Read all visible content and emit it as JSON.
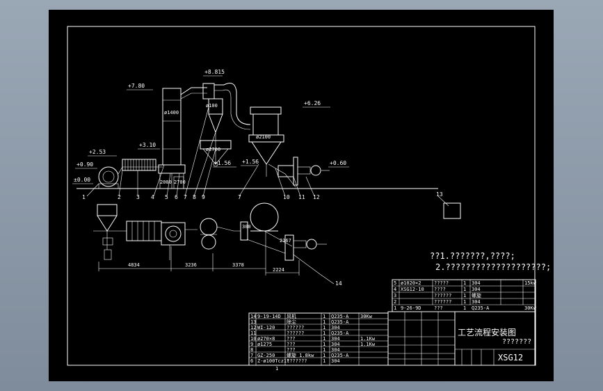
{
  "colors": {
    "background": "#8e9aa8",
    "sheet": "#000000",
    "lines": "#ffffff"
  },
  "elevations": [
    "+8.815",
    "+7.80",
    "+6.26",
    "+3.10",
    "+2.53",
    "+0.90",
    "±0.00",
    "+1.56",
    "+1.56",
    "+0.60"
  ],
  "dimensions": {
    "phi1400": "ø1400",
    "phi100": "ø100",
    "phi2700": "ø2700",
    "phi2100": "ø2100",
    "h2000": "2000",
    "h2700": "2700",
    "d4834": "4834",
    "d3236": "3236",
    "d3378": "3378",
    "d2224": "2224",
    "d300": "300",
    "d2167": "2167"
  },
  "callouts": [
    "1",
    "2",
    "3",
    "4",
    "5",
    "6",
    "7",
    "8",
    "9",
    "7",
    "10",
    "11",
    "12",
    "13",
    "14"
  ],
  "notes": {
    "line1": "??1.???????,????;",
    "line2": "2.????????????????????;"
  },
  "title_block": {
    "title": "工艺流程安装图",
    "subtitle": "???????",
    "drawing_no": "XSG12",
    "sheet_marker": "1"
  },
  "parts_list_left": [
    {
      "no": "14",
      "code": "9-19-14D",
      "name": "风机",
      "qty": "1",
      "material": "Q235-A",
      "note": "30Kw"
    },
    {
      "no": "13",
      "code": "",
      "name": "除尘",
      "qty": "1",
      "material": "Q235-A",
      "note": ""
    },
    {
      "no": "12",
      "code": "WI-120",
      "name": "??????",
      "qty": "1",
      "material": "304",
      "note": ""
    },
    {
      "no": "11",
      "code": "",
      "name": "??????",
      "qty": "1",
      "material": "Q235-A",
      "note": ""
    },
    {
      "no": "10",
      "code": "ø270×8",
      "name": "???",
      "qty": "1",
      "material": "304",
      "note": "1.1Kw"
    },
    {
      "no": "9",
      "code": "ø1275",
      "name": "???",
      "qty": "1",
      "material": "304",
      "note": "1.1Kw"
    },
    {
      "no": "8",
      "code": "",
      "name": "???",
      "qty": "1",
      "material": "304",
      "note": ""
    },
    {
      "no": "7",
      "code": "GZ-250",
      "name": "螺旋 1.8kw",
      "qty": "1",
      "material": "Q235-A",
      "note": ""
    },
    {
      "no": "6",
      "code": "Z-ø100Tcz1t",
      "name": "???????",
      "qty": "1",
      "material": "304",
      "note": ""
    }
  ],
  "parts_list_right": [
    {
      "no": "5",
      "code": "ø1020×2",
      "name": "?????",
      "qty": "1",
      "material": "304",
      "note": "15kw"
    },
    {
      "no": "4",
      "code": "XSG12-10",
      "name": "????",
      "qty": "1",
      "material": "304",
      "note": ""
    },
    {
      "no": "3",
      "code": "",
      "name": "??????",
      "qty": "1",
      "material": "螺旋",
      "note": ""
    },
    {
      "no": "2",
      "code": "",
      "name": "??????",
      "qty": "1",
      "material": "304",
      "note": ""
    },
    {
      "no": "1",
      "code": "9-26-9D",
      "name": "???",
      "qty": "1",
      "material": "Q235-A",
      "note": "30Kw"
    }
  ]
}
